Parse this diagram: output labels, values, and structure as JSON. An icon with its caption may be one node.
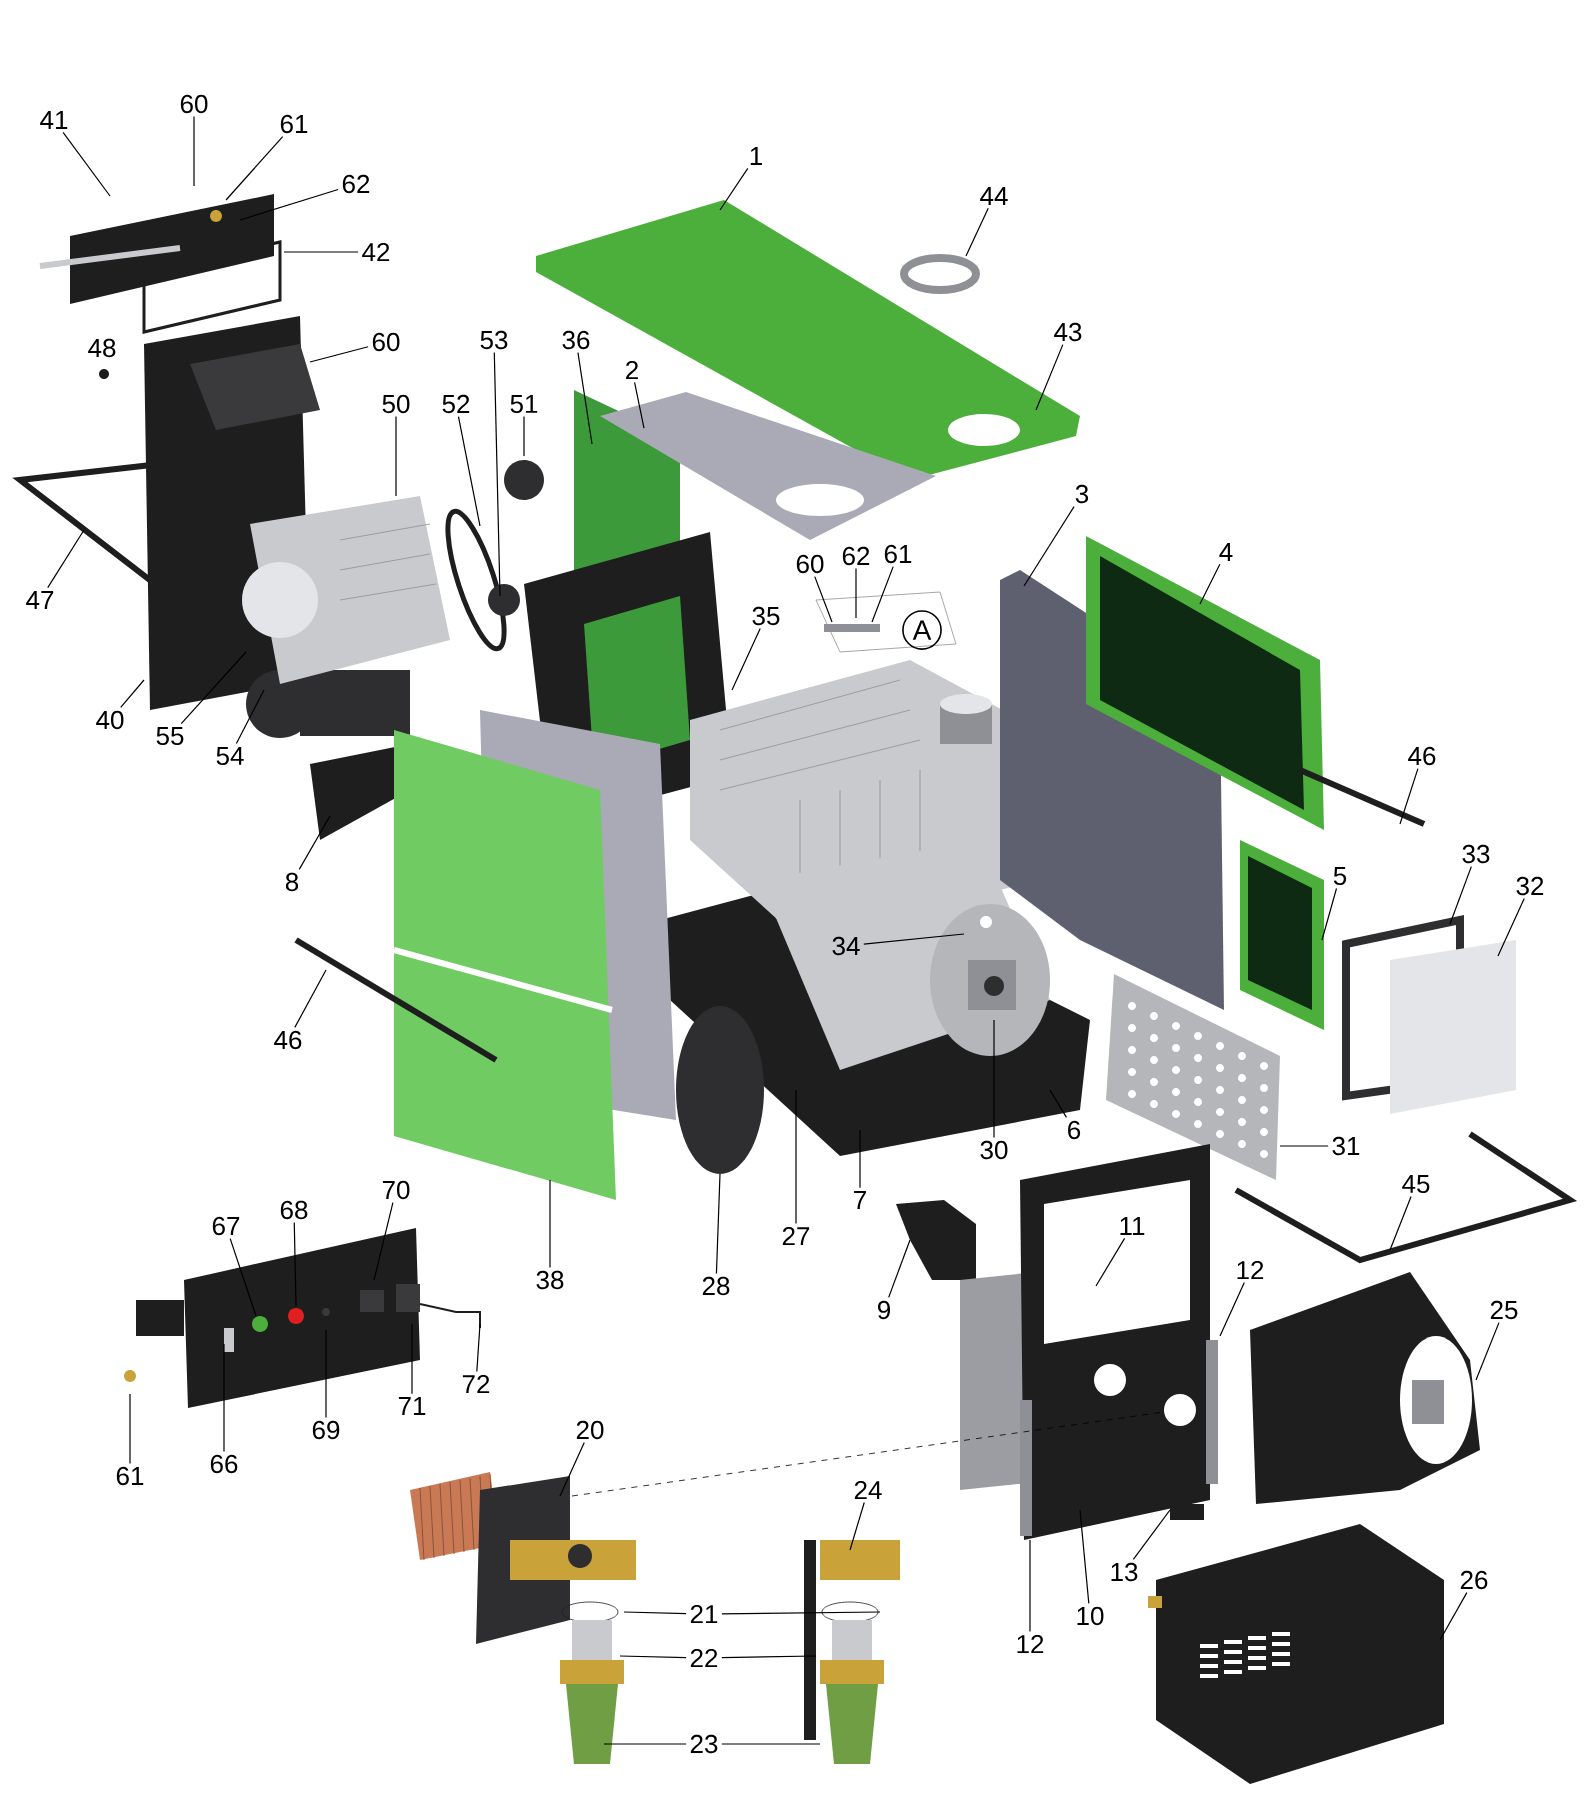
{
  "diagram": {
    "nodes": [
      {
        "text": [
          "41"
        ]
      },
      {
        "text": [
          "60"
        ]
      },
      {
        "text": [
          "61"
        ]
      },
      {
        "text": [
          "1"
        ]
      },
      {
        "text": [
          "62"
        ]
      },
      {
        "text": [
          "44"
        ]
      },
      {
        "text": [
          "42"
        ]
      },
      {
        "text": [
          "43"
        ]
      },
      {
        "text": [
          "48"
        ]
      },
      {
        "text": [
          "60"
        ]
      },
      {
        "text": [
          "36"
        ]
      },
      {
        "text": [
          "2"
        ]
      },
      {
        "text": [
          "50"
        ]
      },
      {
        "text": [
          "52"
        ]
      },
      {
        "text": [
          "53"
        ]
      },
      {
        "text": [
          "51"
        ]
      },
      {
        "text": [
          "3"
        ]
      },
      {
        "text": [
          "60"
        ]
      },
      {
        "text": [
          "62"
        ]
      },
      {
        "text": [
          "61"
        ]
      },
      {
        "text": [
          "4"
        ]
      },
      {
        "text": [
          "A"
        ]
      },
      {
        "text": [
          "47"
        ]
      },
      {
        "text": [
          "35"
        ]
      },
      {
        "text": [
          "40"
        ]
      },
      {
        "text": [
          "55"
        ]
      },
      {
        "text": [
          "54"
        ]
      },
      {
        "text": [
          "46"
        ]
      },
      {
        "text": [
          "33"
        ]
      },
      {
        "text": [
          "8"
        ]
      },
      {
        "text": [
          "32"
        ]
      },
      {
        "text": [
          "5"
        ]
      },
      {
        "text": [
          "34"
        ]
      },
      {
        "text": [
          "46"
        ]
      },
      {
        "text": [
          "6"
        ]
      },
      {
        "text": [
          "31"
        ]
      },
      {
        "text": [
          "30"
        ]
      },
      {
        "text": [
          "45"
        ]
      },
      {
        "text": [
          "7"
        ]
      },
      {
        "text": [
          "70"
        ]
      },
      {
        "text": [
          "68"
        ]
      },
      {
        "text": [
          "67"
        ]
      },
      {
        "text": [
          "27"
        ]
      },
      {
        "text": [
          "11"
        ]
      },
      {
        "text": [
          "12"
        ]
      },
      {
        "text": [
          "28"
        ]
      },
      {
        "text": [
          "38"
        ]
      },
      {
        "text": [
          "9"
        ]
      },
      {
        "text": [
          "25"
        ]
      },
      {
        "text": [
          "72"
        ]
      },
      {
        "text": [
          "71"
        ]
      },
      {
        "text": [
          "20"
        ]
      },
      {
        "text": [
          "69"
        ]
      },
      {
        "text": [
          "66"
        ]
      },
      {
        "text": [
          "61"
        ]
      },
      {
        "text": [
          "24"
        ]
      },
      {
        "text": [
          "13"
        ]
      },
      {
        "text": [
          "26"
        ]
      },
      {
        "text": [
          "21"
        ]
      },
      {
        "text": [
          "10"
        ]
      },
      {
        "text": [
          "22"
        ]
      },
      {
        "text": [
          "12"
        ]
      },
      {
        "text": [
          "23"
        ]
      }
    ],
    "edges": [
      {
        "from": 0,
        "to": null,
        "arrow": "none"
      },
      {
        "from": 1,
        "to": null,
        "arrow": "none"
      },
      {
        "from": 2,
        "to": null,
        "arrow": "none"
      },
      {
        "from": 3,
        "to": null,
        "arrow": "none"
      },
      {
        "from": 4,
        "to": null,
        "arrow": "none"
      },
      {
        "from": 5,
        "to": null,
        "arrow": "none"
      },
      {
        "from": 6,
        "to": null,
        "arrow": "none"
      },
      {
        "from": 7,
        "to": null,
        "arrow": "none"
      },
      {
        "from": 9,
        "to": null,
        "arrow": "none"
      },
      {
        "from": 10,
        "to": null,
        "arrow": "none"
      },
      {
        "from": 11,
        "to": null,
        "arrow": "none"
      },
      {
        "from": 12,
        "to": null,
        "arrow": "none"
      },
      {
        "from": 13,
        "to": null,
        "arrow": "none"
      },
      {
        "from": 14,
        "to": null,
        "arrow": "none"
      },
      {
        "from": 15,
        "to": null,
        "arrow": "none"
      },
      {
        "from": 16,
        "to": null,
        "arrow": "none"
      },
      {
        "from": 17,
        "to": null,
        "arrow": "none"
      },
      {
        "from": 18,
        "to": null,
        "arrow": "none"
      },
      {
        "from": 19,
        "to": null,
        "arrow": "none"
      },
      {
        "from": 20,
        "to": null,
        "arrow": "none"
      },
      {
        "from": 22,
        "to": null,
        "arrow": "none"
      },
      {
        "from": 23,
        "to": null,
        "arrow": "none"
      },
      {
        "from": 24,
        "to": null,
        "arrow": "none"
      },
      {
        "from": 25,
        "to": null,
        "arrow": "none"
      },
      {
        "from": 26,
        "to": null,
        "arrow": "none"
      },
      {
        "from": 27,
        "to": null,
        "arrow": "none"
      },
      {
        "from": 28,
        "to": null,
        "arrow": "none"
      },
      {
        "from": 29,
        "to": null,
        "arrow": "none"
      },
      {
        "from": 30,
        "to": null,
        "arrow": "none"
      },
      {
        "from": 31,
        "to": null,
        "arrow": "none"
      },
      {
        "from": 32,
        "to": null,
        "arrow": "none"
      },
      {
        "from": 33,
        "to": null,
        "arrow": "none"
      },
      {
        "from": 34,
        "to": null,
        "arrow": "none"
      },
      {
        "from": 35,
        "to": null,
        "arrow": "none"
      },
      {
        "from": 36,
        "to": null,
        "arrow": "none"
      },
      {
        "from": 37,
        "to": null,
        "arrow": "none"
      },
      {
        "from": 38,
        "to": null,
        "arrow": "none"
      },
      {
        "from": 39,
        "to": null,
        "arrow": "none"
      },
      {
        "from": 40,
        "to": null,
        "arrow": "none"
      },
      {
        "from": 41,
        "to": null,
        "arrow": "none"
      },
      {
        "from": 42,
        "to": null,
        "arrow": "none"
      },
      {
        "from": 43,
        "to": null,
        "arrow": "none"
      },
      {
        "from": 44,
        "to": null,
        "arrow": "none"
      },
      {
        "from": 45,
        "to": null,
        "arrow": "none"
      },
      {
        "from": 46,
        "to": null,
        "arrow": "none"
      },
      {
        "from": 47,
        "to": null,
        "arrow": "none"
      },
      {
        "from": 48,
        "to": null,
        "arrow": "none"
      },
      {
        "from": 49,
        "to": null,
        "arrow": "none"
      },
      {
        "from": 50,
        "to": null,
        "arrow": "none"
      },
      {
        "from": 51,
        "to": null,
        "arrow": "none"
      },
      {
        "from": 52,
        "to": null,
        "arrow": "none"
      },
      {
        "from": 53,
        "to": null,
        "arrow": "none"
      },
      {
        "from": 54,
        "to": null,
        "arrow": "none"
      },
      {
        "from": 55,
        "to": null,
        "arrow": "none"
      },
      {
        "from": 56,
        "to": null,
        "arrow": "none"
      },
      {
        "from": 57,
        "to": null,
        "arrow": "none"
      },
      {
        "from": 58,
        "to": null,
        "arrow": "none"
      },
      {
        "from": 58,
        "to": null,
        "arrow": "none"
      },
      {
        "from": 59,
        "to": null,
        "arrow": "none"
      },
      {
        "from": 60,
        "to": null,
        "arrow": "none"
      },
      {
        "from": 60,
        "to": null,
        "arrow": "none"
      },
      {
        "from": 61,
        "to": null,
        "arrow": "none"
      },
      {
        "from": 62,
        "to": null,
        "arrow": "none"
      },
      {
        "from": 62,
        "to": null,
        "arrow": "none"
      }
    ]
  }
}
